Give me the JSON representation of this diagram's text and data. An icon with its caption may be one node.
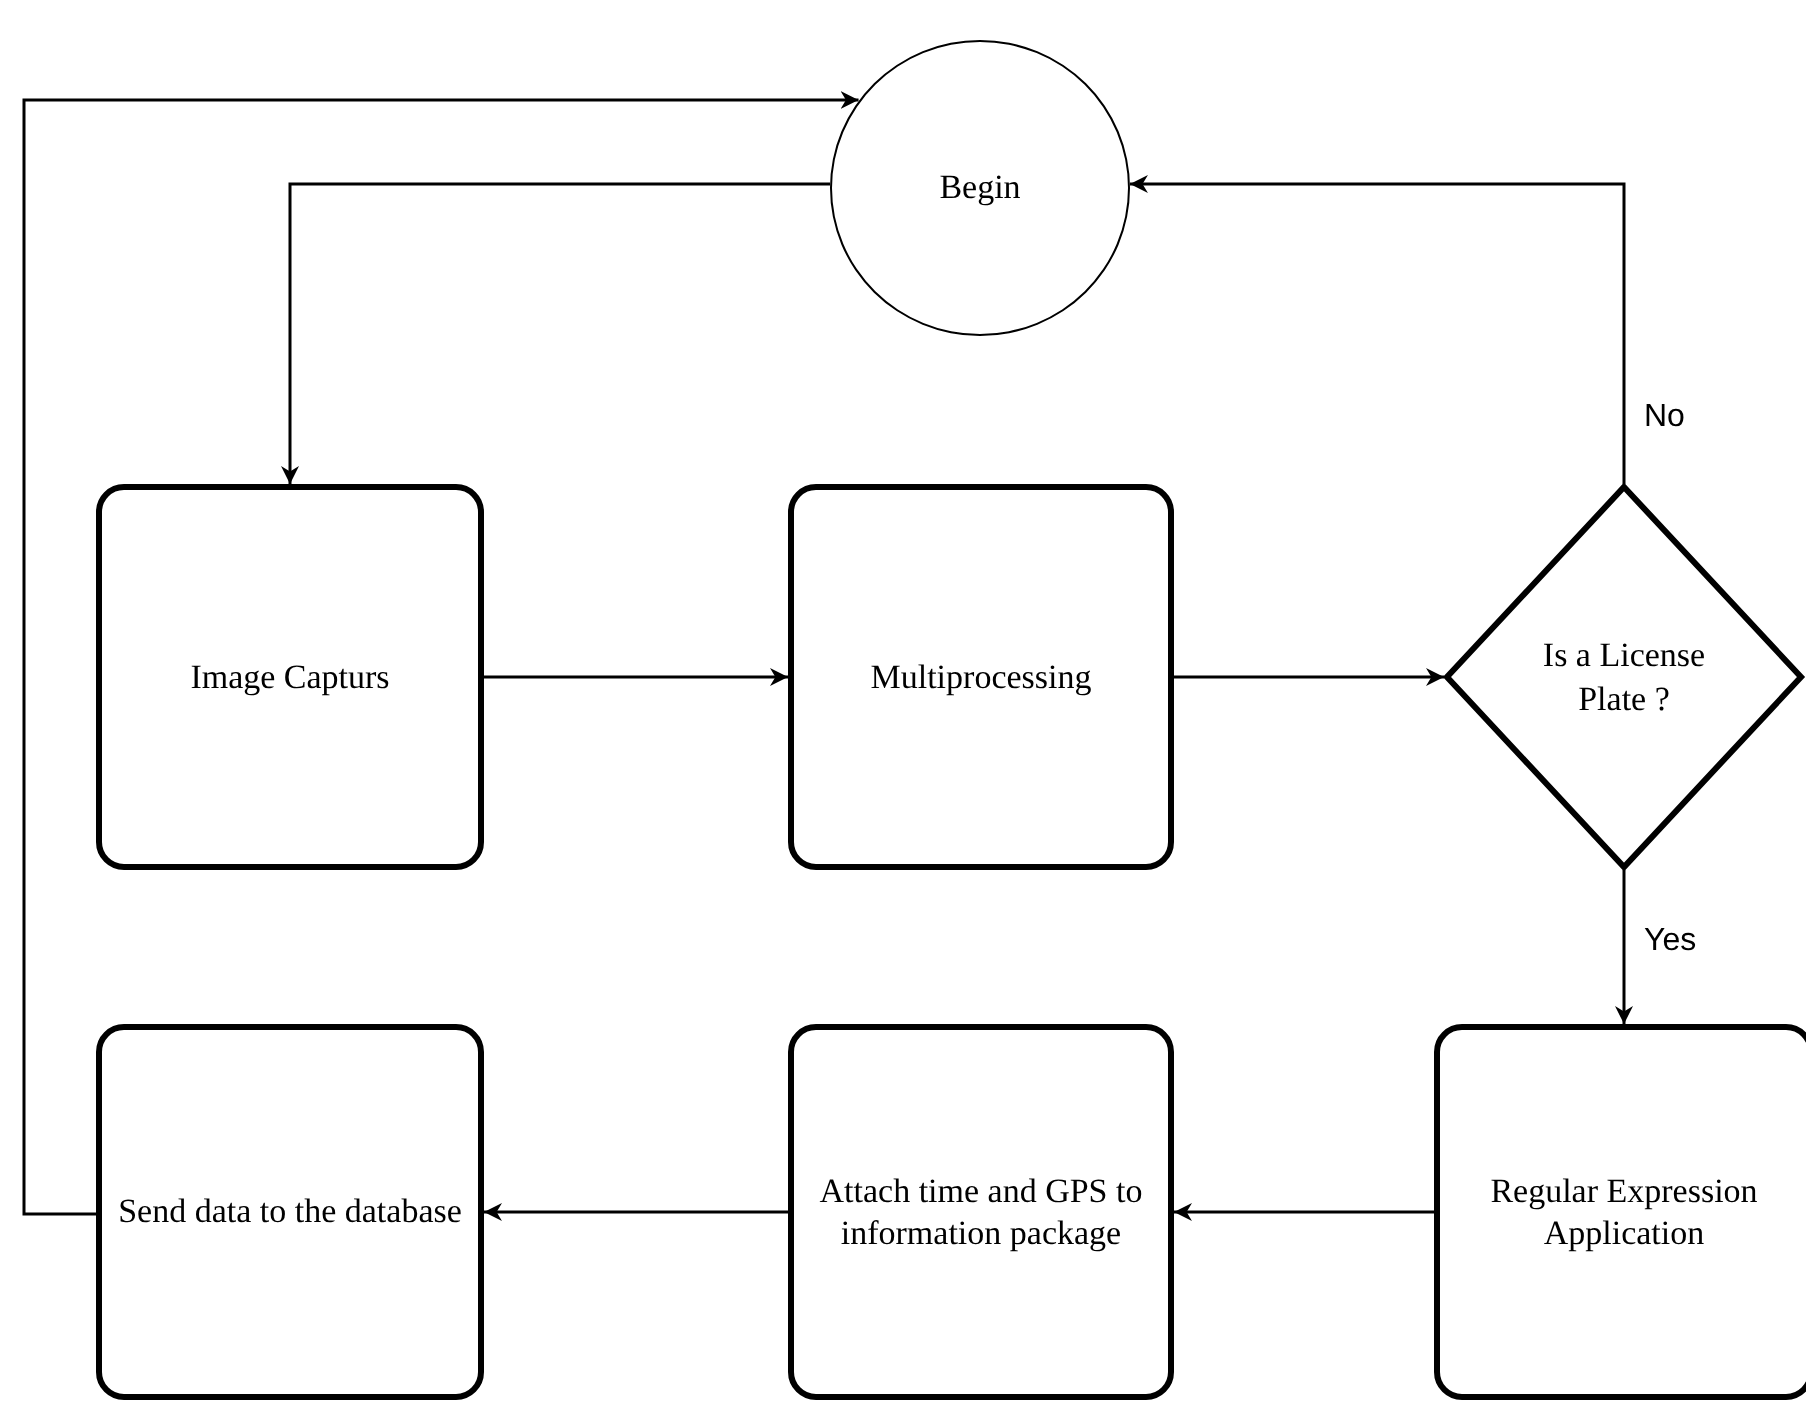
{
  "diagram": {
    "nodes": [
      {
        "text": [
          "Begin"
        ]
      },
      {
        "text": [
          "Image Capturs"
        ]
      },
      {
        "text": [
          "Multiprocessing"
        ]
      },
      {
        "text": [
          "Is a License Plate ?"
        ]
      },
      {
        "text": [
          "Regular Expression Application"
        ]
      },
      {
        "text": [
          "Attach time and GPS to information package"
        ]
      },
      {
        "text": [
          "Send data to the database"
        ]
      }
    ],
    "edges": [
      {
        "from": 0,
        "to": 1,
        "arrow": "to"
      },
      {
        "from": 1,
        "to": 2,
        "arrow": "to"
      },
      {
        "from": 2,
        "to": 3,
        "arrow": "to"
      },
      {
        "from": 3,
        "to": 0,
        "arrow": "to",
        "label": "No"
      },
      {
        "from": 3,
        "to": 4,
        "arrow": "to",
        "label": "Yes"
      },
      {
        "from": 4,
        "to": 5,
        "arrow": "to"
      },
      {
        "from": 5,
        "to": 6,
        "arrow": "to"
      },
      {
        "from": 6,
        "to": 0,
        "arrow": "to"
      }
    ]
  }
}
